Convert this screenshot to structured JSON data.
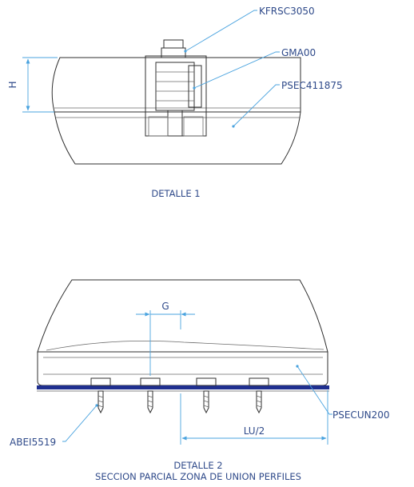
{
  "labels": {
    "kfrsc": "KFRSC3050",
    "gma": "GMA00",
    "psec": "PSEC411875",
    "h": "H",
    "g": "G",
    "psecun": "PSECUN200",
    "abei": "ABEI5519",
    "lu": "LU/2"
  },
  "captions": {
    "detail1": "DETALLE 1",
    "detail2_line1": "DETALLE 2",
    "detail2_line2": "SECCION PARCIAL ZONA DE UNION PERFILES"
  },
  "colors": {
    "label_text": "#2f4a8a",
    "leader": "#4aa3df",
    "gasket": "#1f2f8f",
    "outline": "#2f2f2f"
  }
}
